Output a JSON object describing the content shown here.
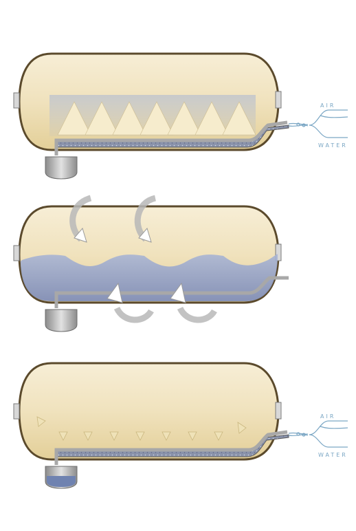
{
  "panels": [
    {
      "stage": "spray",
      "labels": {
        "air": "AIR",
        "water": "WATER"
      }
    },
    {
      "stage": "turbulence"
    },
    {
      "stage": "drain",
      "labels": {
        "air": "AIR",
        "water": "WATER"
      }
    }
  ],
  "colors": {
    "tank_fill": "#f2e6c4",
    "tank_outline": "#5b4a2c",
    "water": "#8d9bc4",
    "media": "#7e88a0",
    "pipe": "#a8a8a8",
    "label": "#7aa6c4"
  }
}
